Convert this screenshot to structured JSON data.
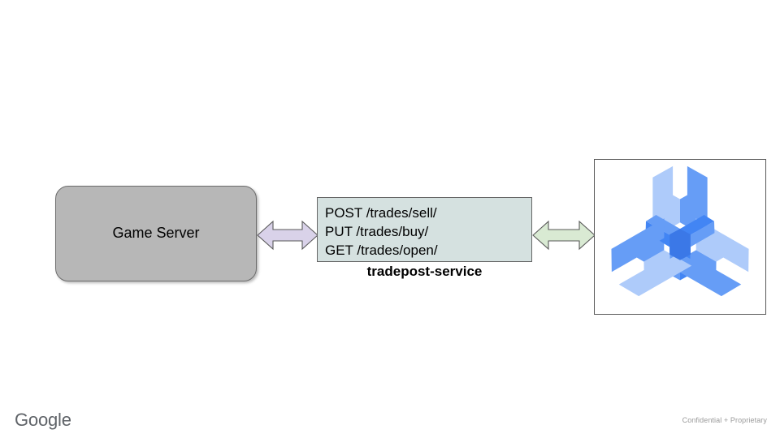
{
  "slide": {
    "background_color": "#ffffff",
    "nodes": {
      "game_server": {
        "label": "Game Server",
        "fill_color": "#b7b7b7",
        "border_color": "#6d6d6d"
      },
      "api_box": {
        "lines": [
          "POST /trades/sell/",
          "PUT /trades/buy/",
          "GET /trades/open/"
        ],
        "caption": "tradepost-service",
        "fill_color": "#d5e1e0",
        "border_color": "#666666"
      },
      "tools_icon_panel": {
        "icon_name": "three-wrench-tools-icon",
        "border_color": "#595959",
        "fill_color": "#ffffff",
        "palette": {
          "light": "#aecbfa",
          "medium": "#669df6",
          "mid": "#5b8ff5",
          "dark": "#4285f4",
          "deep": "#3b78e7"
        }
      }
    },
    "connectors": [
      {
        "name": "game-server-to-service-connector",
        "style": "double-headed-arrow",
        "fill_color": "#d9d2e9",
        "stroke_color": "#595959"
      },
      {
        "name": "service-to-tools-connector",
        "style": "double-headed-arrow",
        "fill_color": "#d9ead3",
        "stroke_color": "#595959"
      }
    ],
    "footer": {
      "brand": "Google",
      "brand_color": "#5f6368",
      "notice": "Confidential + Proprietary",
      "notice_color": "#9a9a9a"
    }
  }
}
